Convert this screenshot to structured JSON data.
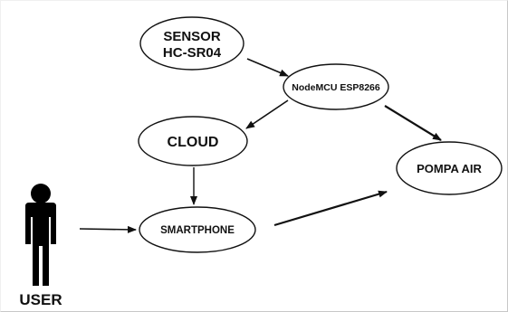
{
  "diagram": {
    "nodes": {
      "sensor": {
        "line1": "SENSOR",
        "line2": "HC-SR04"
      },
      "nodemcu": {
        "label": "NodeMCU ESP8266"
      },
      "cloud": {
        "label": "CLOUD"
      },
      "pompa": {
        "label": "POMPA AIR"
      },
      "smartphone": {
        "label": "SMARTPHONE"
      },
      "user": {
        "label": "USER"
      }
    },
    "edges": [
      {
        "from": "sensor",
        "to": "nodemcu"
      },
      {
        "from": "nodemcu",
        "to": "cloud"
      },
      {
        "from": "nodemcu",
        "to": "pompa"
      },
      {
        "from": "cloud",
        "to": "smartphone"
      },
      {
        "from": "user",
        "to": "smartphone"
      },
      {
        "from": "smartphone",
        "to": "pompa"
      }
    ],
    "colors": {
      "stroke": "#111111",
      "fill": "#ffffff",
      "figure": "#000000"
    }
  }
}
